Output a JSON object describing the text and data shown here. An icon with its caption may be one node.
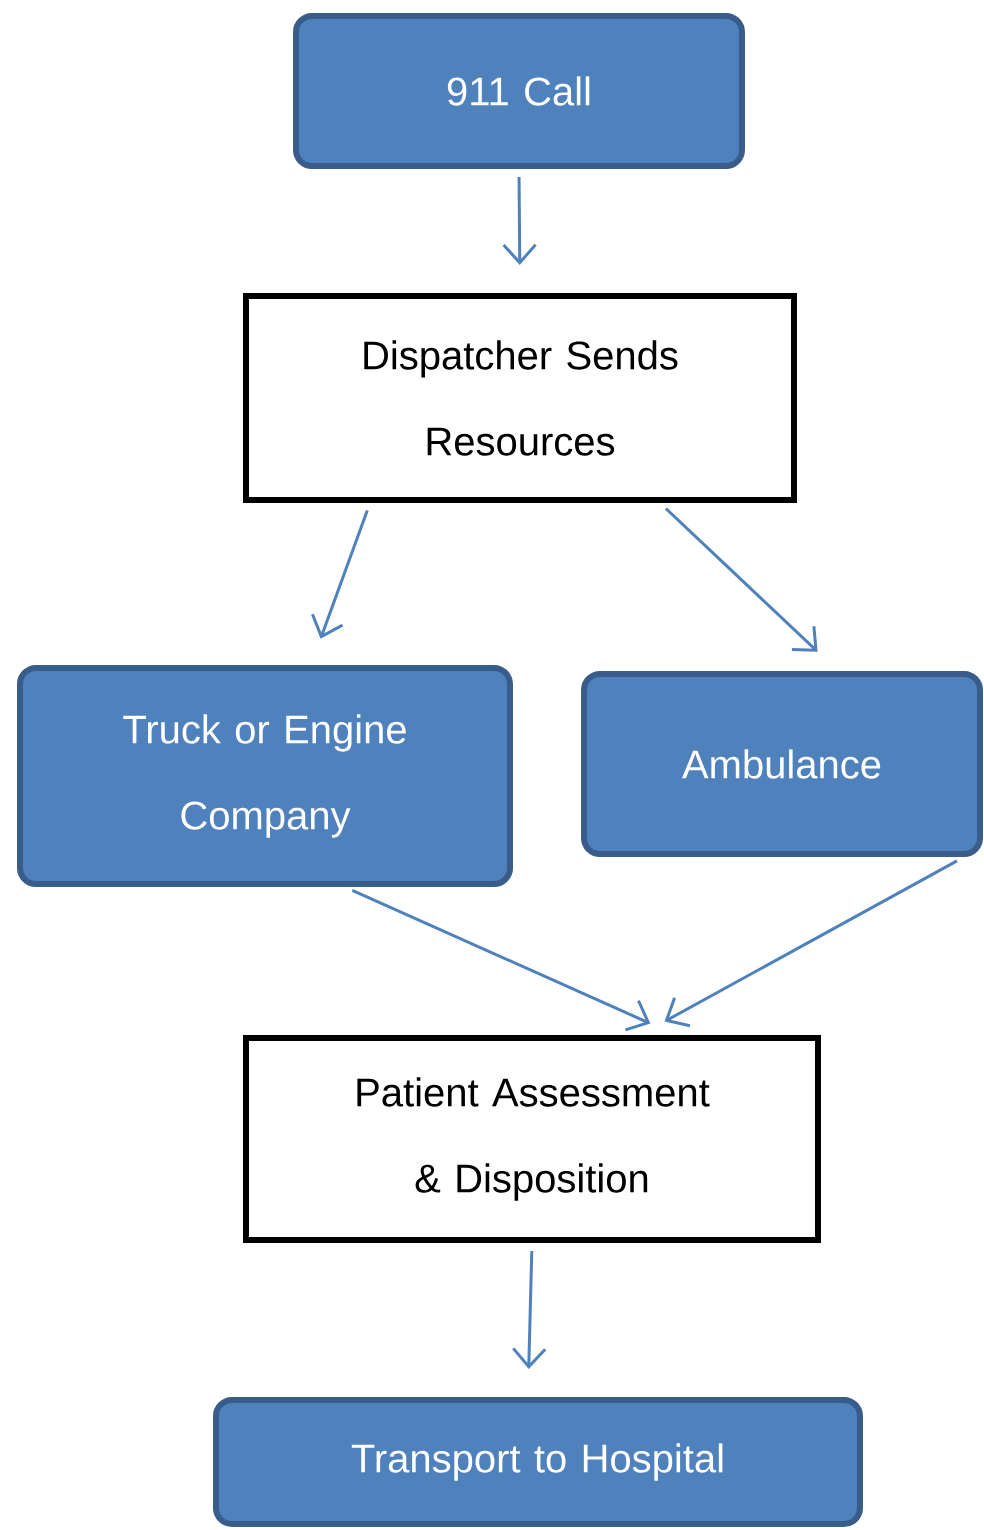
{
  "diagram": {
    "nodes": [
      {
        "text": [
          "911 Call"
        ]
      },
      {
        "text": [
          "Dispatcher Sends Resources"
        ]
      },
      {
        "text": [
          "Truck or Engine Company"
        ]
      },
      {
        "text": [
          "Ambulance"
        ]
      },
      {
        "text": [
          "Patient Assessment & Disposition"
        ]
      },
      {
        "text": [
          "Transport to Hospital"
        ]
      }
    ],
    "edges": [
      {
        "from": 0,
        "to": 1,
        "arrow": "to"
      },
      {
        "from": 1,
        "to": 2,
        "arrow": "to"
      },
      {
        "from": 1,
        "to": 3,
        "arrow": "to"
      },
      {
        "from": 2,
        "to": 4,
        "arrow": "to"
      },
      {
        "from": 3,
        "to": 4,
        "arrow": "to"
      },
      {
        "from": 4,
        "to": 5,
        "arrow": "to"
      }
    ]
  }
}
